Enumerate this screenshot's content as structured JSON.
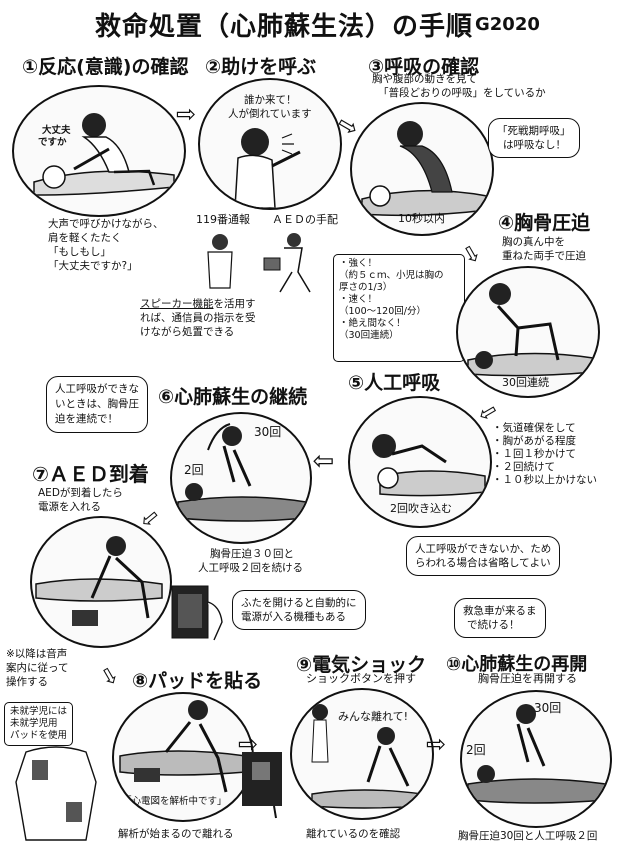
{
  "title": "救命処置（心肺蘇生法）の手順",
  "code": "G2020",
  "s1": {
    "heading": "①反応(意識)の確認",
    "speech": [
      "大丈夫",
      "ですか"
    ],
    "text": [
      "大声で呼びかけながら、",
      "肩を軽くたたく",
      "「もしもし」",
      "「大丈夫ですか?」"
    ]
  },
  "s2": {
    "heading": "②助けを呼ぶ",
    "speech": [
      "誰か来て！",
      "人が倒れています"
    ],
    "label_119": "119番通報",
    "label_aed": "ＡＥＤの手配",
    "note_underline": "スピーカー機能",
    "note": [
      "を活用す",
      "れば、通信員の指示を受",
      "けながら処置できる"
    ]
  },
  "s3": {
    "heading": "③呼吸の確認",
    "text": [
      "胸や腹部の動きを見て",
      "「普段どおりの呼吸」をしているか"
    ],
    "bubble": [
      "「死戦期呼吸」",
      "は呼吸なし！"
    ],
    "time": "10秒以内"
  },
  "s4": {
    "heading": "④胸骨圧迫",
    "text": [
      "胸の真ん中を",
      "重ねた両手で圧迫"
    ],
    "points": [
      "・強く！",
      "（約５ｃｍ、小児は胸の",
      "厚さの1/3）",
      "・速く！",
      "（100～120回/分）",
      "・絶え間なく！",
      "（30回連続）"
    ],
    "count": "30回連続"
  },
  "s5": {
    "heading": "⑤人工呼吸",
    "points": [
      "・気道確保をして",
      "・胸があがる程度",
      "・１回１秒かけて",
      "・２回続けて",
      "・１０秒以上かけない"
    ],
    "caption": "2回吹き込む",
    "bubble": [
      "人工呼吸ができないか、ため",
      "らわれる場合は省略してよい"
    ]
  },
  "s6": {
    "heading": "⑥心肺蘇生の継続",
    "bubble": [
      "人工呼吸ができな",
      "いときは、胸骨圧",
      "迫を連続で！"
    ],
    "count30": "30回",
    "count2": "2回",
    "caption": [
      "胸骨圧迫３０回と",
      "人工呼吸２回を続ける"
    ]
  },
  "s7": {
    "heading": "⑦ＡＥＤ到着",
    "text": [
      "AEDが到着したら",
      "電源を入れる"
    ],
    "bubble": [
      "ふたを開けると自動的に",
      "電源が入る機種もある"
    ]
  },
  "s8": {
    "heading": "⑧パッドを貼る",
    "note": [
      "※以降は音声",
      "案内に従って",
      "操作する"
    ],
    "box": [
      "未就学児には",
      "未就学児用",
      "パッドを使用"
    ],
    "inner": "「心電図を解析中です」",
    "caption": "解析が始まるので離れる"
  },
  "s9": {
    "heading": "⑨電気ショック",
    "sub": "ショックボタンを押す",
    "speech": "みんな離れて!",
    "caption": "離れているのを確認"
  },
  "s10": {
    "heading": "⑩心肺蘇生の再開",
    "sub": "胸骨圧迫を再開する",
    "bubble": [
      "救急車が来るま",
      "で続ける！"
    ],
    "count30": "30回",
    "count2": "2回",
    "caption": "胸骨圧迫30回と人工呼吸２回"
  }
}
